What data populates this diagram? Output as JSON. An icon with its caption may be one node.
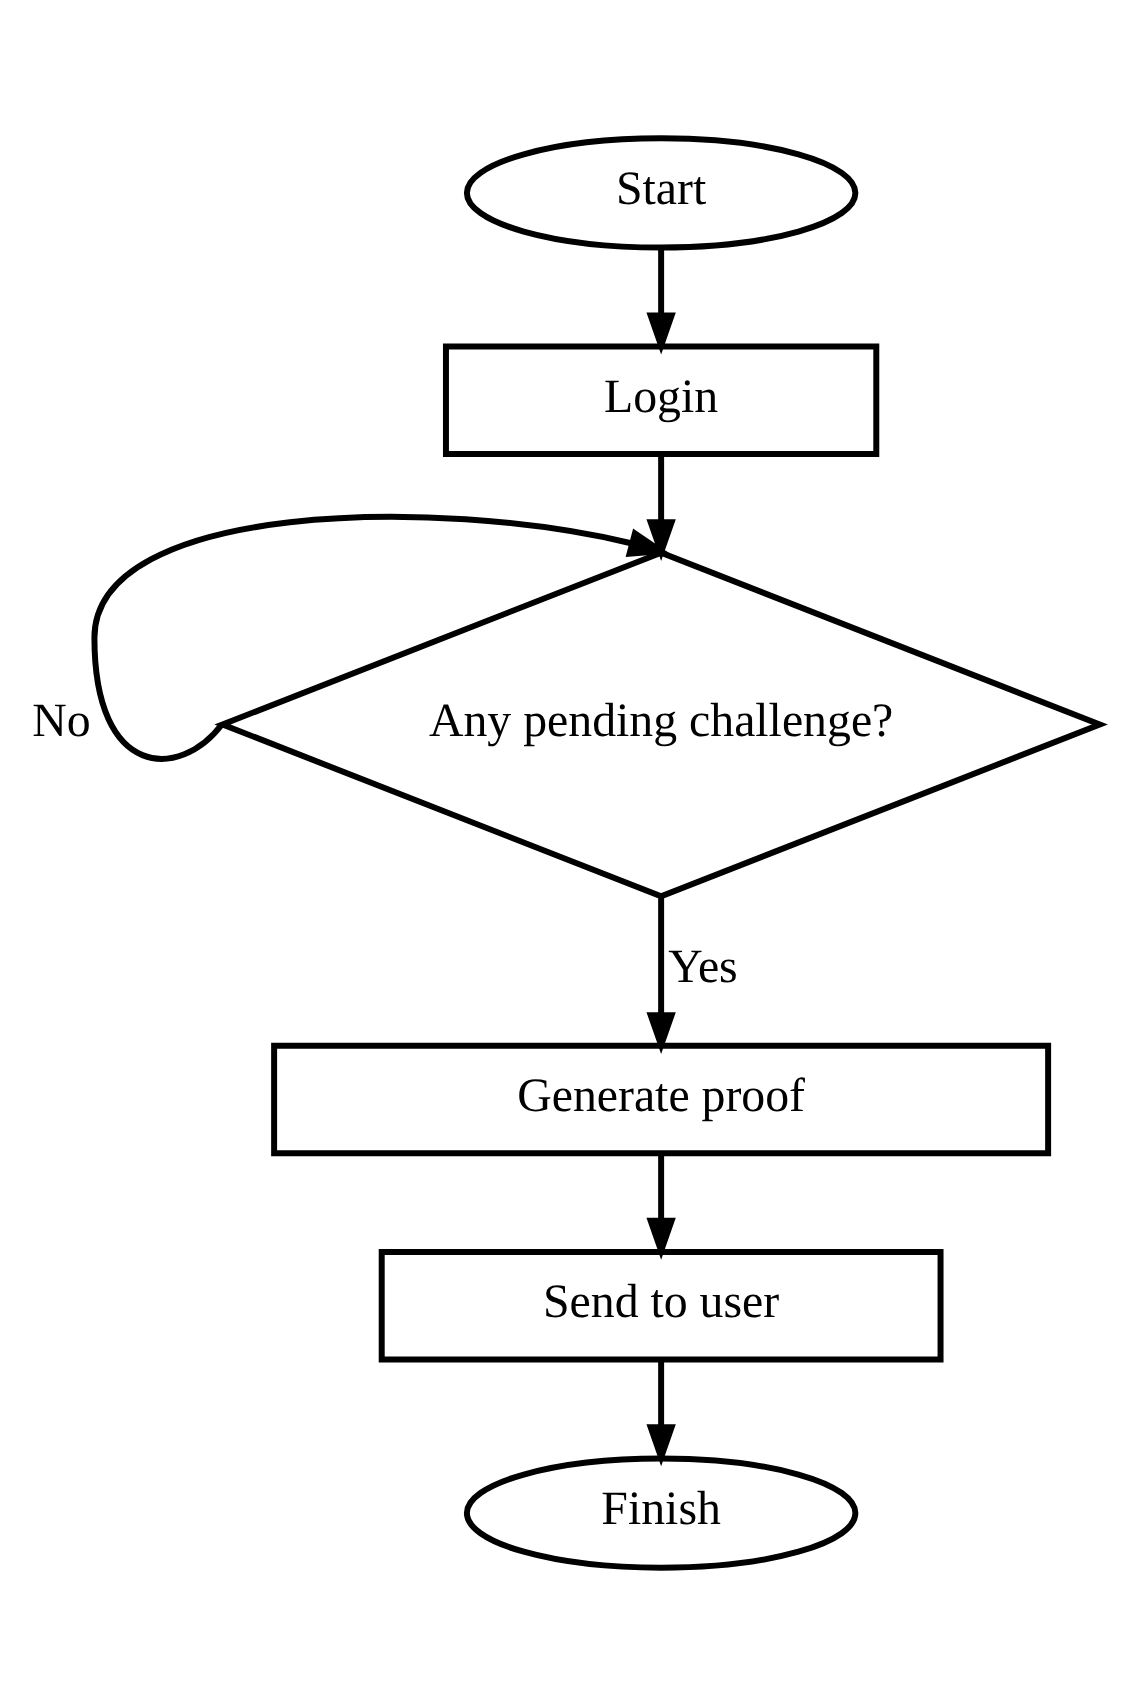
{
  "diagram": {
    "nodes": [
      {
        "text": [
          "Start"
        ]
      },
      {
        "text": [
          "Login"
        ]
      },
      {
        "text": [
          "Any pending challenge?"
        ]
      },
      {
        "text": [
          "Generate proof"
        ]
      },
      {
        "text": [
          "Send to user"
        ]
      },
      {
        "text": [
          "Finish"
        ]
      }
    ],
    "edges": [
      {
        "from": 0,
        "to": 1,
        "arrow": "to"
      },
      {
        "from": 1,
        "to": 2,
        "arrow": "to"
      },
      {
        "from": 2,
        "to": 2,
        "arrow": "to",
        "label": "No"
      },
      {
        "from": 2,
        "to": 3,
        "arrow": "to",
        "label": "Yes"
      },
      {
        "from": 3,
        "to": 4,
        "arrow": "to"
      },
      {
        "from": 4,
        "to": 5,
        "arrow": "to"
      }
    ]
  }
}
